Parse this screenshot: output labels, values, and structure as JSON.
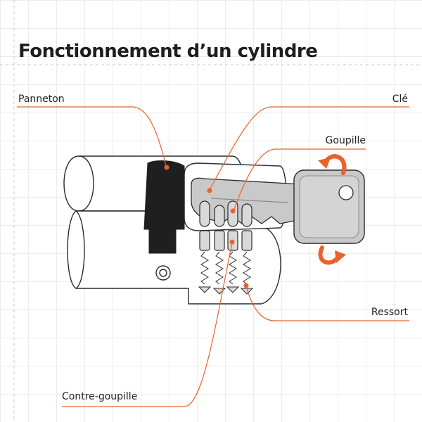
{
  "title": "Fonctionnement d’un cylindre",
  "labels": {
    "panneton": "Panneton",
    "cle": "Clé",
    "goupille": "Goupille",
    "ressort": "Ressort",
    "contre_goupille": "Contre-goupille"
  },
  "colors": {
    "accent": "#e8632c",
    "outline": "#2b2b2b",
    "grid": "#ececec",
    "key_fill": "#c9c9c9",
    "cam_fill": "#1f1f1f"
  },
  "icons": {
    "rotation_arrow_top": "curved-arrow-rotate-icon",
    "rotation_arrow_bottom": "curved-arrow-rotate-icon"
  }
}
